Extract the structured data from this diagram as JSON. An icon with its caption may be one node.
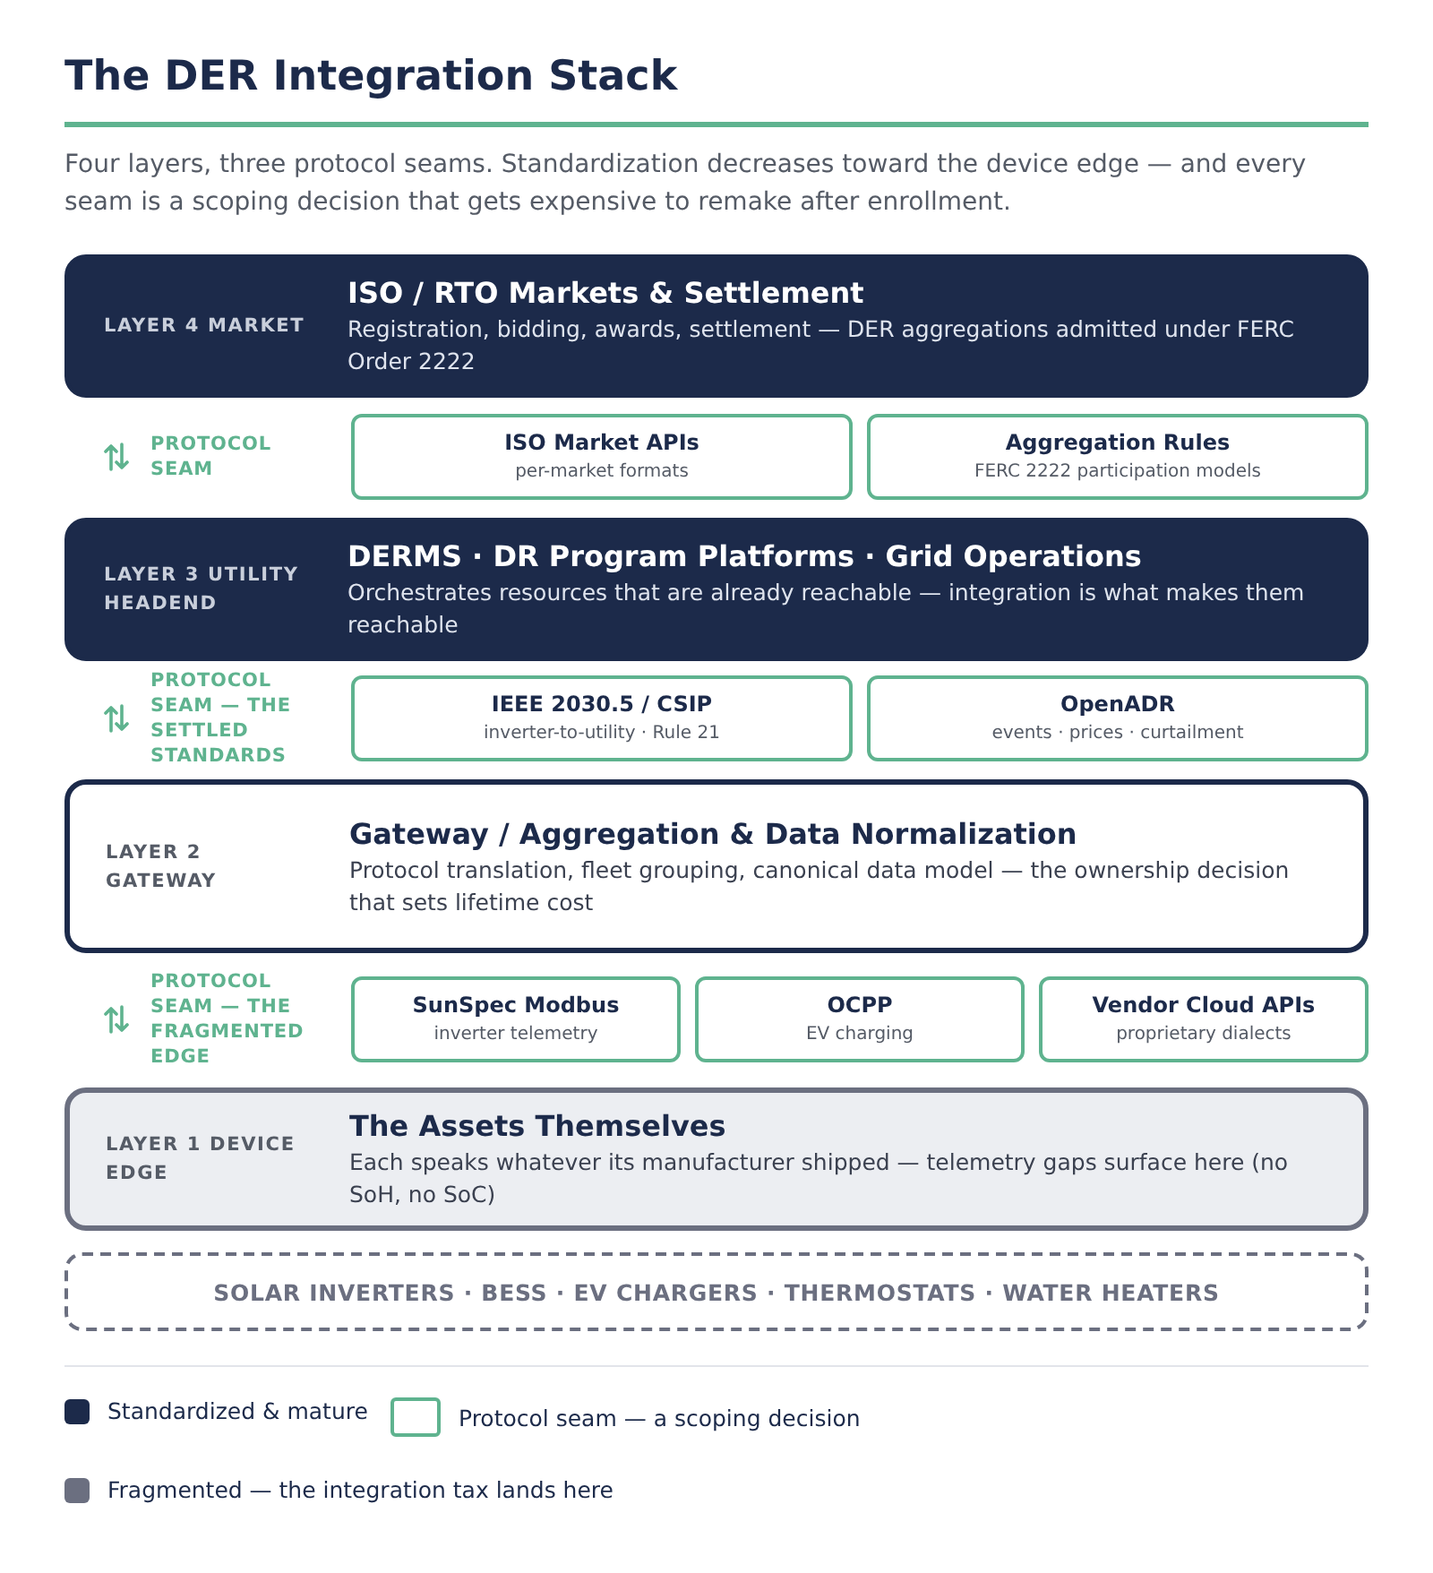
{
  "diagram": {
    "title": "The DER Integration Stack",
    "caption": "Four layers, three protocol seams. Standardization decreases toward the device edge — and every seam is a scoping decision that gets expensive to remake after enrollment.",
    "nodes": [
      {
        "text": [
          "LAYER 4 MARKET",
          "ISO / RTO Markets & Settlement",
          "Registration, bidding, awards, settlement — DER aggregations admitted under FERC Order 2222"
        ]
      },
      {
        "text": [
          "ISO Market APIs",
          "per-market formats"
        ]
      },
      {
        "text": [
          "Aggregation Rules",
          "FERC 2222 participation models"
        ]
      },
      {
        "text": [
          "LAYER 3 UTILITY HEADEND",
          "DERMS · DR Program Platforms · Grid Operations",
          "Orchestrates resources that are already reachable — integration is what makes them reachable"
        ]
      },
      {
        "text": [
          "IEEE 2030.5 / CSIP",
          "inverter-to-utility · Rule 21"
        ]
      },
      {
        "text": [
          "OpenADR",
          "events · prices · curtailment"
        ]
      },
      {
        "text": [
          "LAYER 2 GATEWAY",
          "Gateway / Aggregation & Data Normalization",
          "Protocol translation, fleet grouping, canonical data model — the ownership decision that sets lifetime cost"
        ]
      },
      {
        "text": [
          "SunSpec Modbus",
          "inverter telemetry"
        ]
      },
      {
        "text": [
          "OCPP",
          "EV charging"
        ]
      },
      {
        "text": [
          "Vendor Cloud APIs",
          "proprietary dialects"
        ]
      },
      {
        "text": [
          "LAYER 1 DEVICE EDGE",
          "The Assets Themselves",
          "Each speaks whatever its manufacturer shipped — telemetry gaps surface here (no SoH, no SoC)"
        ]
      },
      {
        "text": [
          "SOLAR INVERTERS · BESS · EV CHARGERS · THERMOSTATS · WATER HEATERS"
        ]
      }
    ],
    "edges": [],
    "labels": [
      "PROTOCOL SEAM",
      "PROTOCOL SEAM — THE SETTLED STANDARDS",
      "PROTOCOL SEAM — THE FRAGMENTED EDGE"
    ],
    "legend": [
      {
        "text": "Standardized & mature",
        "color": "#1c2a4a"
      },
      {
        "text": "Protocol seam — a scoping decision"
      },
      {
        "text": "Fragmented — the integration tax lands here",
        "color": "#6b6f80"
      }
    ]
  }
}
